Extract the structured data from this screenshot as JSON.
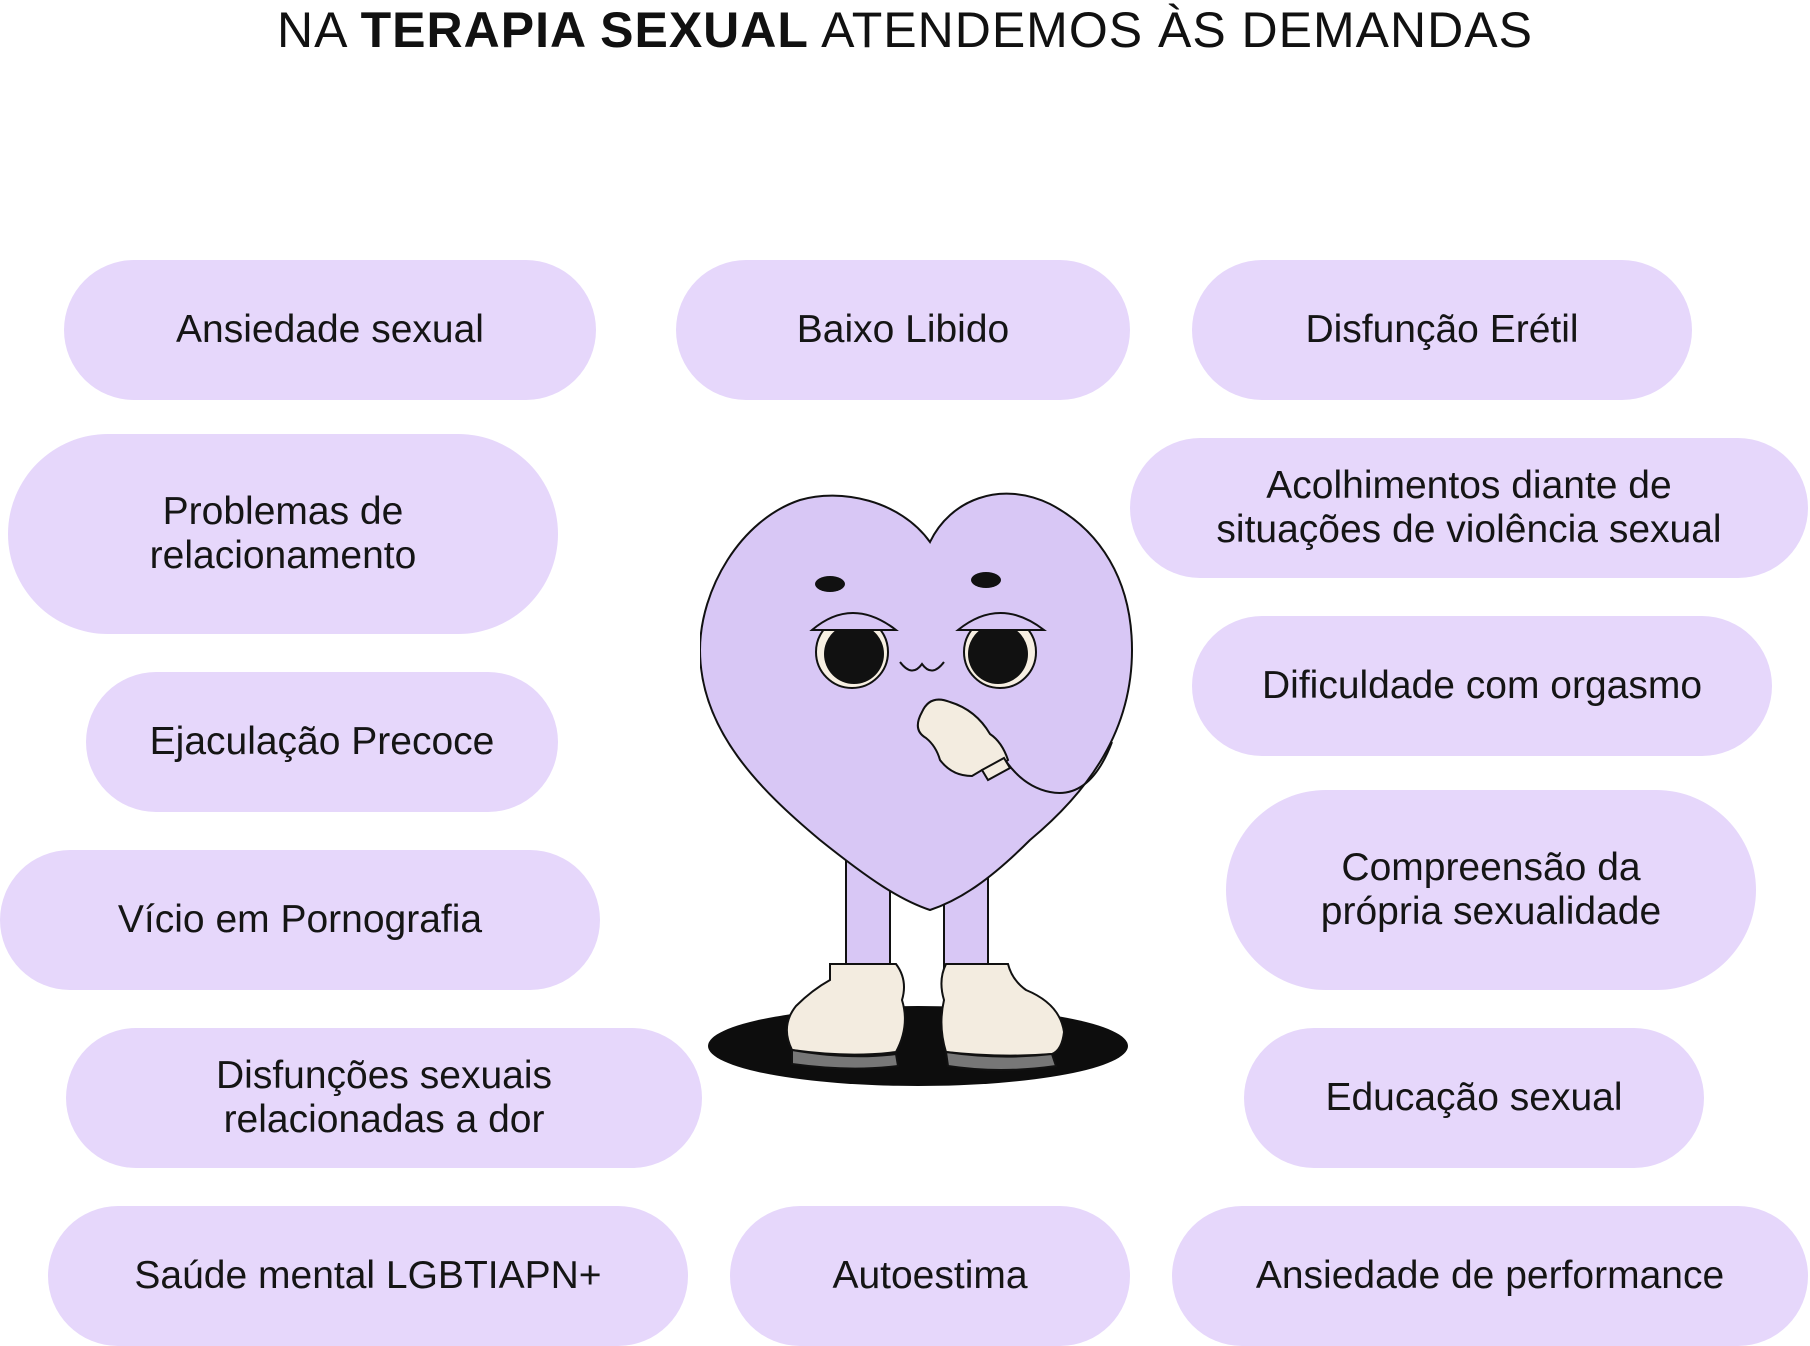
{
  "title": {
    "prefix": "NA ",
    "bold": "TERAPIA SEXUAL",
    "suffix": " ATENDEMOS ÀS DEMANDAS"
  },
  "topics": {
    "t1": "Ansiedade sexual",
    "t2": "Baixo Libido",
    "t3": "Disfunção Erétil",
    "t4_l1": "Problemas de",
    "t4_l2": "relacionamento",
    "t5_l1": "Acolhimentos diante de",
    "t5_l2": "situações de violência sexual",
    "t6": "Ejaculação Precoce",
    "t7": "Dificuldade com orgasmo",
    "t8": "Vício em Pornografia",
    "t9_l1": "Compreensão da",
    "t9_l2": "própria sexualidade",
    "t10_l1": "Disfunções sexuais",
    "t10_l2": "relacionadas a dor",
    "t11": "Educação sexual",
    "t12": "Saúde mental LGBTIAPN+",
    "t13": "Autoestima",
    "t14": "Ansiedade de performance"
  },
  "colors": {
    "pill": "#e6d7fb",
    "mascot": "#d8c7f5",
    "shoe": "#f3ece0",
    "ink": "#111111"
  },
  "icons": {
    "mascot": "heart-character-icon"
  }
}
